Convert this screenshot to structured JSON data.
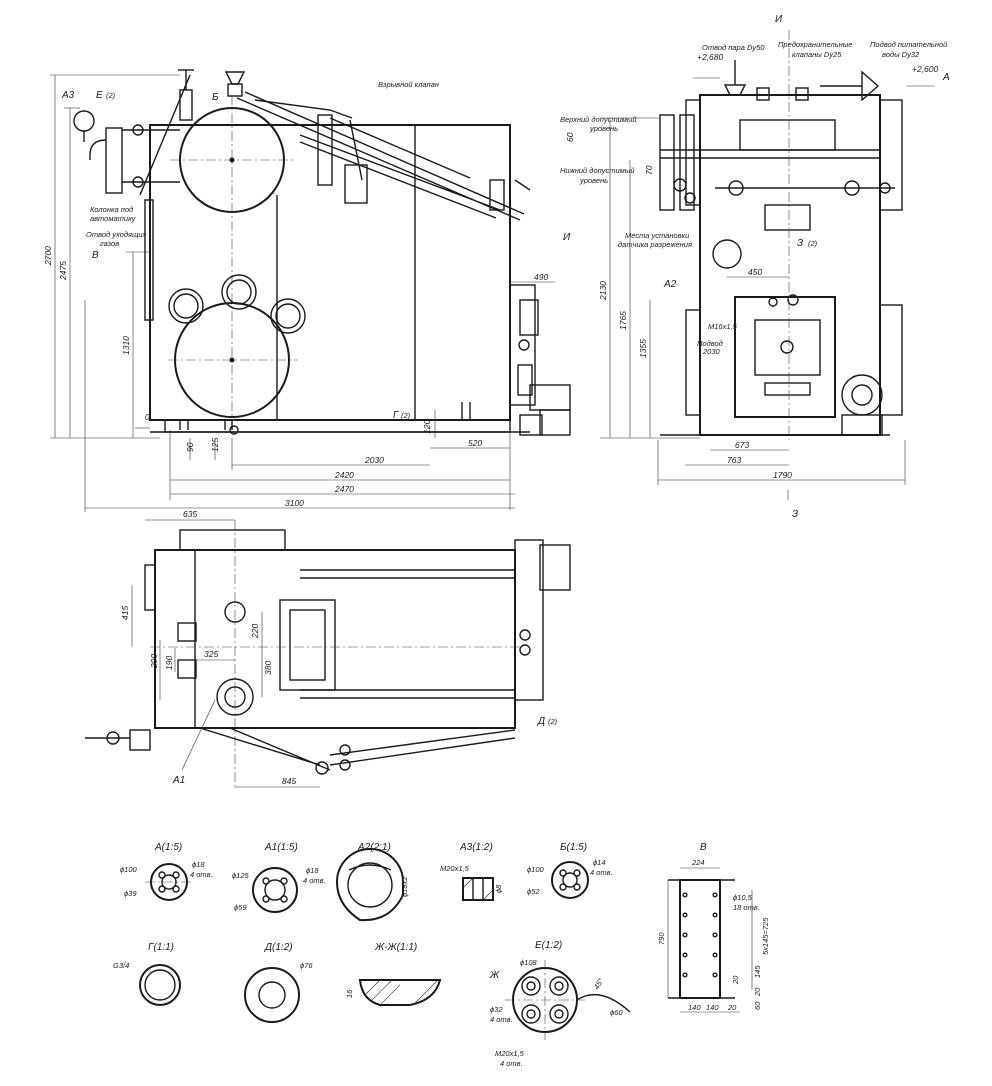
{
  "side_view": {
    "labels": {
      "a3": "А3",
      "e": "Е",
      "e_scale": "(2)",
      "b": "Б",
      "b_side": "В",
      "i": "И",
      "explosion_valve": "Взрывной клапан",
      "column": [
        "Колонка под",
        "автоматику"
      ],
      "flue": [
        "Отвод уходящих",
        "газов"
      ],
      "g": "Г",
      "g_scale": "(2)",
      "zero": "0"
    },
    "dims": {
      "h2700": "2700",
      "h2475": "2475",
      "h1310": "1310",
      "d90": "90",
      "d125": "125",
      "d120": "120",
      "d490": "490",
      "d520": "520",
      "d2030": "2030",
      "d2420": "2420",
      "d2470": "2470",
      "d3100": "3100"
    }
  },
  "front_view": {
    "labels": {
      "i": "И",
      "steam_outlet": "Отвод пара Dy50",
      "safety_valves": [
        "Предохранительные",
        "клапаны Dy25"
      ],
      "feed_water": [
        "Подвод питательной",
        "воды Dy32"
      ],
      "a": "А",
      "upper_level": [
        "Верхний допустимый",
        "уровень"
      ],
      "lower_level": [
        "Нижний допустимый",
        "уровень"
      ],
      "sensor_place": [
        "Места установки",
        "датчика разрежения"
      ],
      "a2": "А2",
      "z": "З",
      "z_scale": "(2)",
      "m16": "М16х1,5",
      "supply": [
        "Подвод",
        "2030"
      ]
    },
    "dims": {
      "lvl2680": "+2,680",
      "lvl2600": "+2,600",
      "d60": "60",
      "d70": "70",
      "d2130": "2130",
      "d1765": "1765",
      "d1355": "1355",
      "d450": "450",
      "d673": "673",
      "d763": "763",
      "d1790": "1790"
    }
  },
  "plan_view": {
    "labels": {
      "a1": "А1",
      "d": "Д",
      "d_scale": "(2)"
    },
    "dims": {
      "d635": "635",
      "d415": "415",
      "d220": "220",
      "d380": "380",
      "d290": "290",
      "d190": "190",
      "d325": "325",
      "d845": "845"
    }
  },
  "details": {
    "a": {
      "title": "А(1:5)",
      "d1": "ϕ100",
      "d2": "ϕ18",
      "holes": "4 отв.",
      "d3": "ϕ39"
    },
    "a1": {
      "title": "А1(1:5)",
      "d1": "ϕ125",
      "d2": "ϕ18",
      "holes": "4 отв.",
      "d3": "ϕ59"
    },
    "a2": {
      "title": "А2(2:1)",
      "d1": "ϕ18х2"
    },
    "a3": {
      "title": "А3(1:2)",
      "d1": "М20х1,5",
      "d2": "ϕ8"
    },
    "b": {
      "title": "Б(1:5)",
      "d1": "ϕ100",
      "d2": "ϕ14",
      "holes": "4 отв.",
      "d3": "ϕ52"
    },
    "v": {
      "title": "В",
      "d224": "224",
      "d10": "ϕ10,5",
      "holes": "18 отв.",
      "d790": "790",
      "d5x145": "5х145=725",
      "d145": "145",
      "d20a": "20",
      "d20b": "20",
      "d60": "60",
      "d140a": "140",
      "d140b": "140",
      "d20c": "20"
    },
    "g": {
      "title": "Г(1:1)",
      "d1": "G3/4"
    },
    "d": {
      "title": "Д(1:2)",
      "d1": "ϕ76"
    },
    "zh": {
      "title": "Ж-Ж(1:1)",
      "d1": "16"
    },
    "e": {
      "title": "Е(1:2)",
      "d108": "ϕ108",
      "d32": "ϕ32",
      "holes": "4 отв.",
      "d60": "ϕ60",
      "m20": "М20х1,5",
      "holes2": "4 отв.",
      "zh": "Ж",
      "ang": "45°"
    }
  }
}
